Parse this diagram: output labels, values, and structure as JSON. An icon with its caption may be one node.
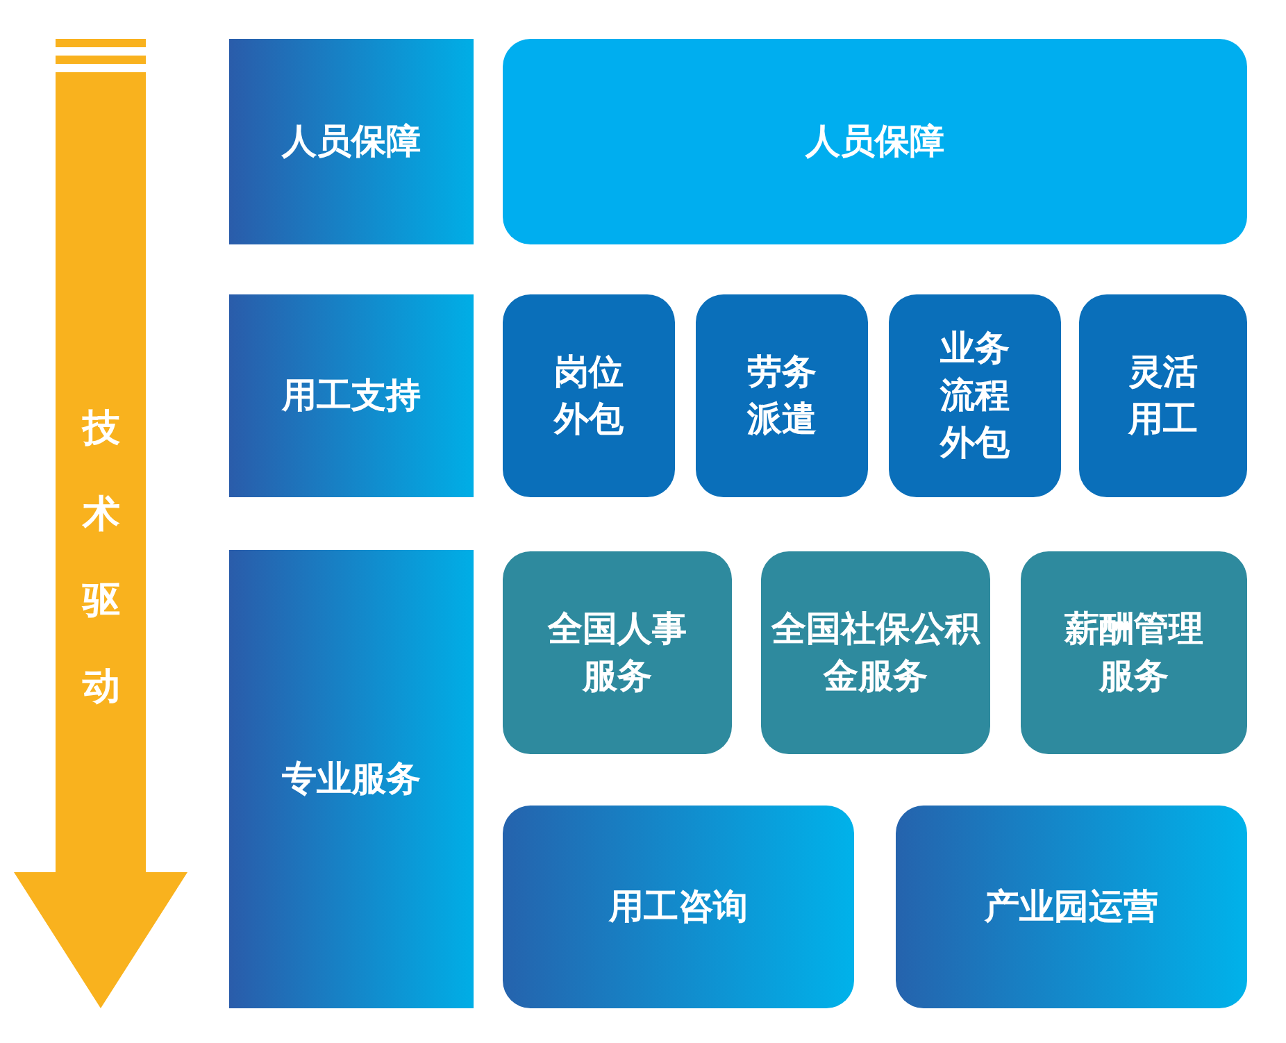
{
  "diagram": {
    "nodes": [
      {
        "text": [
          "技术驱动"
        ]
      },
      {
        "text": [
          "人员保障"
        ]
      },
      {
        "text": [
          "人员保障"
        ]
      },
      {
        "text": [
          "用工支持"
        ]
      },
      {
        "text": [
          "岗位外包"
        ]
      },
      {
        "text": [
          "劳务派遣"
        ]
      },
      {
        "text": [
          "业务流程外包"
        ]
      },
      {
        "text": [
          "灵活用工"
        ]
      },
      {
        "text": [
          "专业服务"
        ]
      },
      {
        "text": [
          "全国人事服务"
        ]
      },
      {
        "text": [
          "全国社保公积金服务"
        ]
      },
      {
        "text": [
          "薪酬管理服务"
        ]
      },
      {
        "text": [
          "用工咨询"
        ]
      },
      {
        "text": [
          "产业园运营"
        ]
      }
    ],
    "edges": []
  }
}
